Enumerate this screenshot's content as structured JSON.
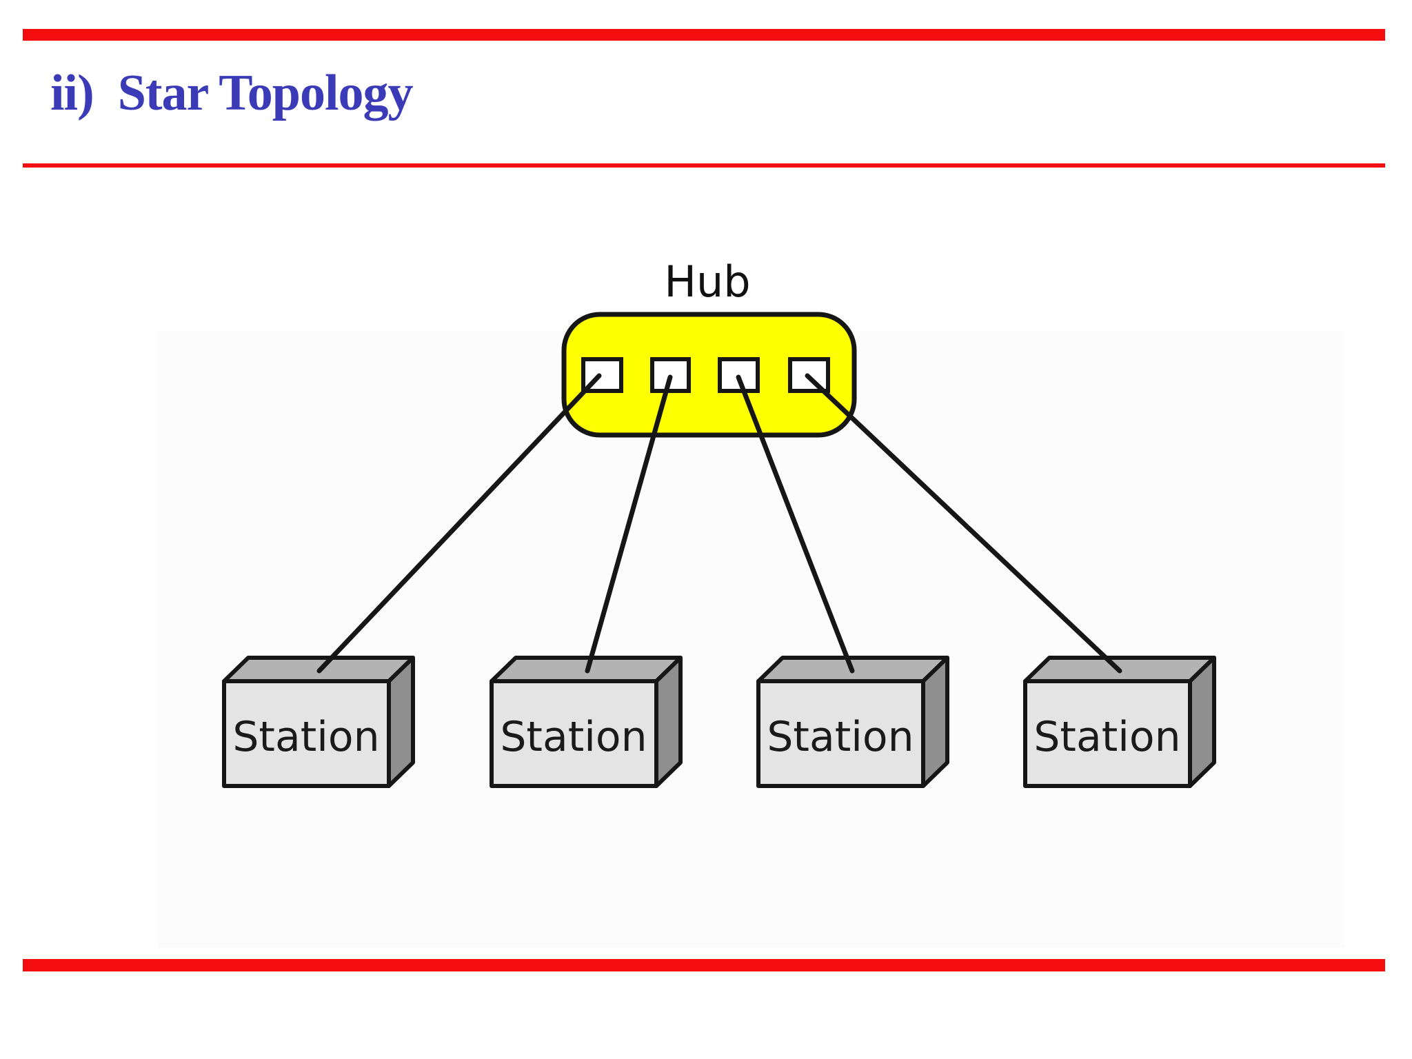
{
  "slide": {
    "title": "ii)  Star Topology",
    "colors": {
      "title_blue": "#3b3bb8",
      "accent_red": "#f40d0d",
      "background": "#ffffff"
    }
  },
  "diagram": {
    "hub": {
      "label": "Hub",
      "port_count": 4,
      "fill": "#feff00",
      "port_fill": "#ffffff"
    },
    "stations": [
      {
        "label": "Station"
      },
      {
        "label": "Station"
      },
      {
        "label": "Station"
      },
      {
        "label": "Station"
      }
    ],
    "colors": {
      "link": "#161616",
      "outline": "#161616",
      "station_front": "#e4e4e4",
      "station_top": "#b3b3b3",
      "station_side": "#8f8f8f"
    }
  }
}
